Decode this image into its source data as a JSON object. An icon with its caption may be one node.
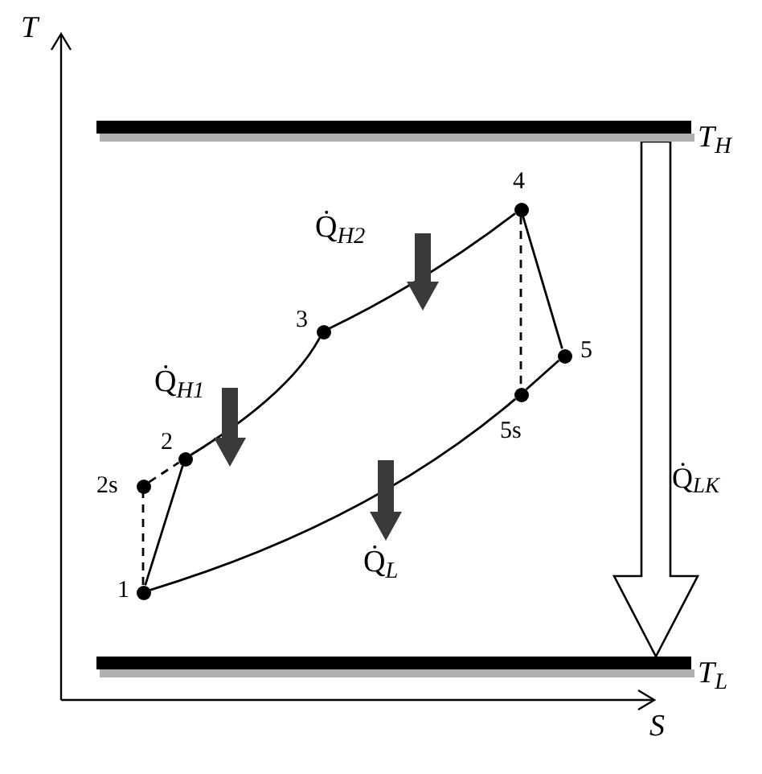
{
  "diagram": {
    "nodes": [
      {
        "text": [
          "T$_{H}$"
        ]
      },
      {
        "text": [],
        "shape": "circle",
        "beside": [
          "4"
        ]
      },
      {
        "text": [],
        "shape": "circle",
        "beside": [
          "3"
        ]
      },
      {
        "text": [],
        "shape": "circle",
        "beside": [
          "5"
        ]
      },
      {
        "text": [],
        "shape": "circle",
        "beside": [
          "2"
        ]
      },
      {
        "text": [],
        "shape": "circle",
        "beside": [
          "2s"
        ]
      },
      {
        "text": [],
        "shape": "circle",
        "beside": [
          "5s"
        ]
      },
      {
        "text": [],
        "shape": "circle",
        "beside": [
          "1"
        ]
      },
      {
        "text": [
          "T$_{L}$"
        ]
      }
    ],
    "edges": [
      {
        "from": 7,
        "to": 5,
        "arrow": "none",
        "style": "dashed"
      },
      {
        "from": 5,
        "to": 4,
        "arrow": "none",
        "style": "dashed"
      },
      {
        "from": 7,
        "to": 4,
        "arrow": "none"
      },
      {
        "from": 4,
        "to": 2,
        "arrow": "none"
      },
      {
        "from": 2,
        "to": 1,
        "arrow": "none"
      },
      {
        "from": 1,
        "to": 3,
        "arrow": "none"
      },
      {
        "from": 3,
        "to": 6,
        "arrow": "none"
      },
      {
        "from": 6,
        "to": 7,
        "arrow": "none"
      },
      {
        "from": 1,
        "to": 6,
        "arrow": "none",
        "style": "dashed"
      },
      {
        "from": 0,
        "to": 8,
        "arrow": "to",
        "style": "thick",
        "label": "Q̇$_{LK}$"
      }
    ],
    "labels": [
      "T",
      "Q̇$_{H2}$",
      "Q̇$_{H1}$",
      "Q̇$_{L}$",
      "S"
    ]
  }
}
